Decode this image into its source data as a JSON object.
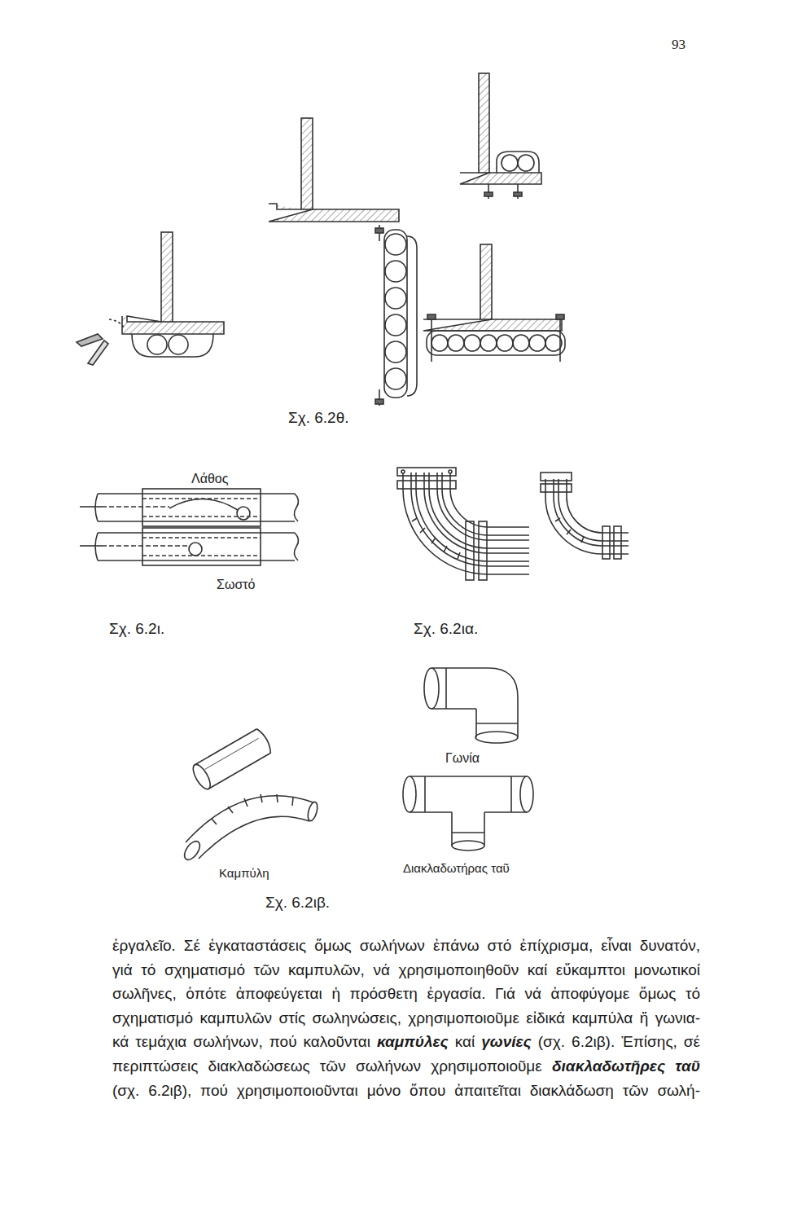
{
  "diagram": {
    "labels": [
      "93",
      "Σχ. 6.2θ.",
      "Λάθος",
      "Σωστό",
      "Σχ. 6.2ι.",
      "Σχ. 6.2ια.",
      "Γωνία",
      "Καμπύλη",
      "Διακλαδωτήρας ταῦ",
      "Σχ. 6.2ιβ.",
      "ἐργαλεῖο. Σέ ἐγκαταστάσεις ὅμως σωλήνων ἐπάνω στό ἐπίχρισμα, εἶναι δυνατόν,",
      "γιά τό σχηματισμό τῶν καμπυλῶν, νά χρησιμοποιηθοῦν καί εὔκαμπτοι μονωτικοί",
      "σωλῆνες, ὁπότε ἀποφεύγεται ἡ πρόσθετη ἐργασία. Γιά νά ἀποφύγομε ὅμως τό",
      "σχηματισμό καμπυλῶν στίς σωληνώσεις, χρησιμοποιοῦμε εἰδικά καμπύλα ἤ γωνια-",
      "κά τεμάχια σωλήνων, πού καλοῦνται",
      "καμπύλες",
      "καί",
      "γωνίες",
      "(σχ. 6.2ιβ). Ἐπίσης, σέ",
      "περιπτώσεις διακλαδώσεως τῶν σωλήνων χρησιμοποιοῦμε",
      "διακλαδωτῆρες ταῦ",
      "(σχ. 6.2ιβ), πού χρησιμοποιοῦνται μόνο ὅπου ἀπαιτεῖται διακλάδωση τῶν σωλή-"
    ]
  }
}
